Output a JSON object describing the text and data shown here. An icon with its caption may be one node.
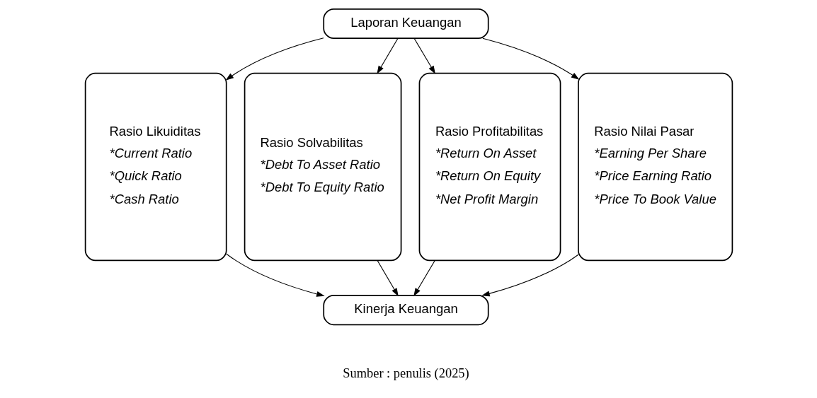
{
  "diagram": {
    "nodes": [
      {
        "text": [
          "Laporan Keuangan"
        ]
      },
      {
        "text": [
          "Rasio Likuiditas",
          "*Current Ratio",
          "*Quick Ratio",
          "*Cash Ratio"
        ]
      },
      {
        "text": [
          "Rasio Solvabilitas",
          "*Debt To Asset Ratio",
          "*Debt To Equity Ratio"
        ]
      },
      {
        "text": [
          "Rasio Profitabilitas",
          "*Return On Asset",
          "*Return On Equity",
          "*Net Profit Margin"
        ]
      },
      {
        "text": [
          "Rasio Nilai Pasar",
          "*Earning Per Share",
          "*Price Earning Ratio",
          "*Price To Book Value"
        ]
      },
      {
        "text": [
          "Kinerja Keuangan"
        ]
      }
    ],
    "edges": [
      {
        "from": 0,
        "to": 1,
        "arrow": "to"
      },
      {
        "from": 0,
        "to": 2,
        "arrow": "to"
      },
      {
        "from": 0,
        "to": 3,
        "arrow": "to"
      },
      {
        "from": 0,
        "to": 4,
        "arrow": "to"
      },
      {
        "from": 1,
        "to": 5,
        "arrow": "to"
      },
      {
        "from": 2,
        "to": 5,
        "arrow": "to"
      },
      {
        "from": 3,
        "to": 5,
        "arrow": "to"
      },
      {
        "from": 4,
        "to": 5,
        "arrow": "to"
      }
    ],
    "labels": [
      "Sumber : penulis (2025)"
    ]
  }
}
